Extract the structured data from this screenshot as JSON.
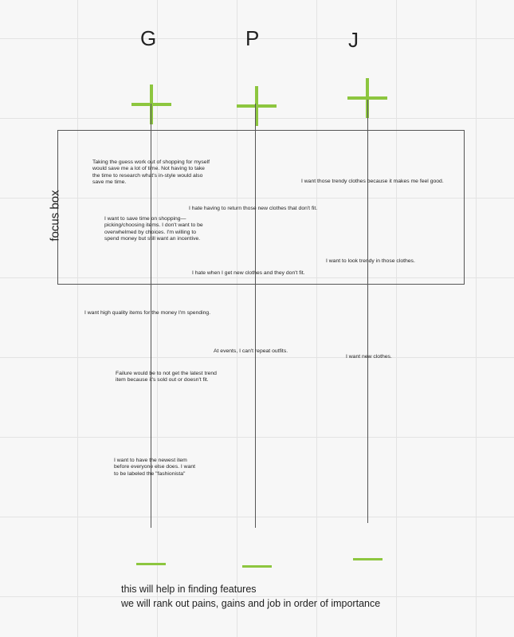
{
  "columns": [
    {
      "letter": "G"
    },
    {
      "letter": "P"
    },
    {
      "letter": "J"
    }
  ],
  "focus_box_label": "focus box",
  "notes": {
    "guess_work": "Taking the guess work out of shopping for myself would save me a lot of time. Not having to take the time to research what's in-style would also save me time.",
    "trendy_feel_good": "I want those trendy clothes because it makes me feel good.",
    "return_hate": "I hate having to return those new clothes that don't fit.",
    "save_time": "I want to save time on shopping—picking/choosing items. I don't want to be overwhelmed by choices. I'm willing to spend money but still want an incentive.",
    "look_trendy": "I want to look trendy in those clothes.",
    "dont_fit": "I hate when I get new clothes and they don't fit.",
    "high_quality": "I want high quality items for the money I'm spending.",
    "repeat_outfits": "At events, I can't repeat outfits.",
    "new_clothes": "I want new clothes.",
    "failure": "Failure would be to not get the latest trend item because it's sold out or doesn't fit.",
    "newest_item": "I want to have the newest item before everyone else does. I want to be labeled the \"fashionista\""
  },
  "footer": {
    "line1": "this will help in finding features",
    "line2": "we will rank out pains, gains and job in order of importance"
  }
}
